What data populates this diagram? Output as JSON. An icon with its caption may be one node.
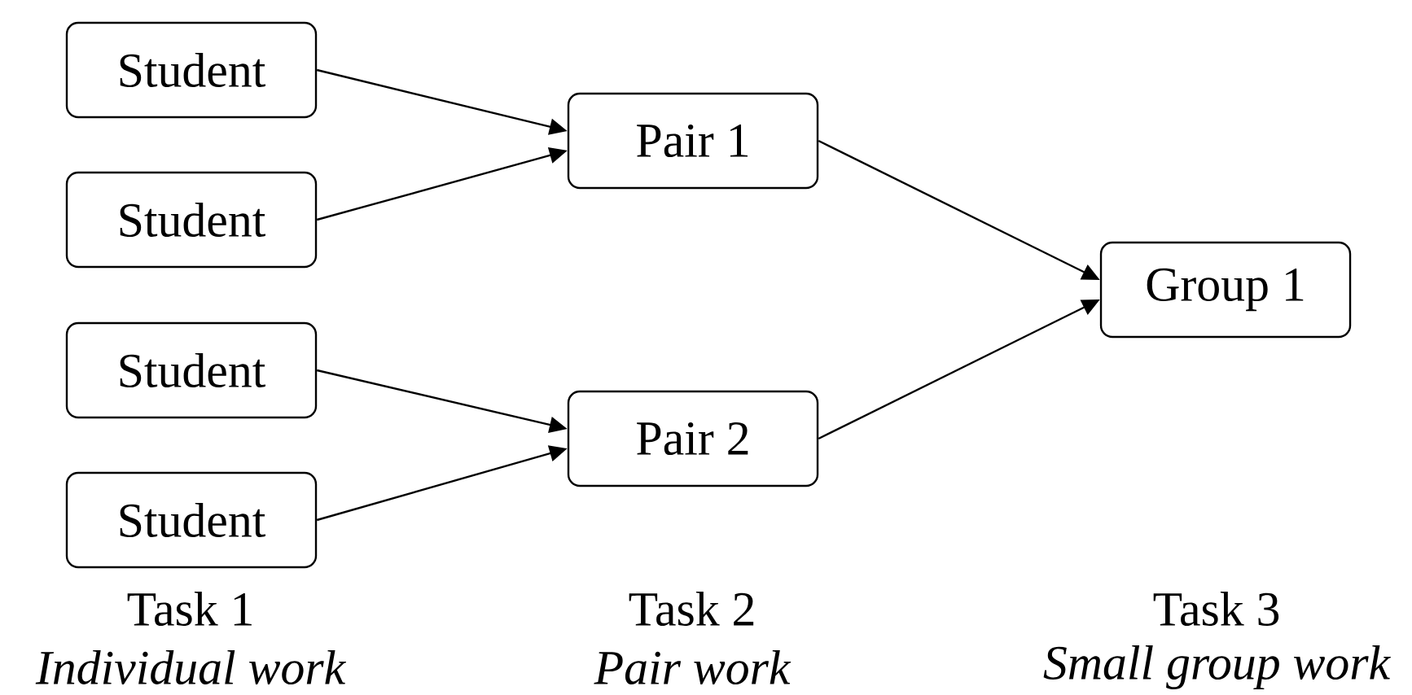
{
  "diagram": {
    "nodes": [
      {
        "text": [
          "Student"
        ]
      },
      {
        "text": [
          "Student"
        ]
      },
      {
        "text": [
          "Student"
        ]
      },
      {
        "text": [
          "Student"
        ]
      },
      {
        "text": [
          "Pair 1"
        ]
      },
      {
        "text": [
          "Pair 2"
        ]
      },
      {
        "text": [
          "Group 1"
        ]
      }
    ],
    "edges": [
      {
        "from": 0,
        "to": 4,
        "arrow": "to"
      },
      {
        "from": 1,
        "to": 4,
        "arrow": "to"
      },
      {
        "from": 2,
        "to": 5,
        "arrow": "to"
      },
      {
        "from": 3,
        "to": 5,
        "arrow": "to"
      },
      {
        "from": 4,
        "to": 6,
        "arrow": "to"
      },
      {
        "from": 5,
        "to": 6,
        "arrow": "to"
      }
    ],
    "labels": [
      "Task 1",
      "Individual work",
      "Task 2",
      "Pair work",
      "Task 3",
      "Small group work"
    ]
  }
}
